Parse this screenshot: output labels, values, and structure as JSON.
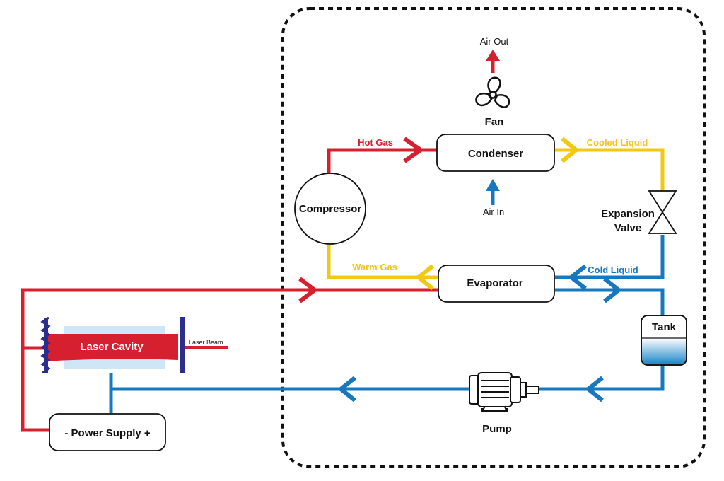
{
  "components": {
    "air_out": "Air Out",
    "fan": "Fan",
    "hot_gas": "Hot Gas",
    "condenser": "Condenser",
    "cooled_liquid": "Cooled Liquid",
    "compressor": "Compressor",
    "air_in": "Air In",
    "expansion_valve_line1": "Expansion",
    "expansion_valve_line2": "Valve",
    "warm_gas": "Warm Gas",
    "evaporator": "Evaporator",
    "cold_liquid": "Cold Liquid",
    "tank": "Tank",
    "laser_cavity": "Laser Cavity",
    "laser_beam": "Laser Beam",
    "pump": "Pump",
    "power_supply": "- Power Supply +"
  },
  "colors": {
    "hot": "#d7202f",
    "warm": "#f2c811",
    "cold": "#1878be",
    "mirror": "#2b2e8c",
    "glass": "#cfe6f6",
    "outline": "#111111"
  }
}
